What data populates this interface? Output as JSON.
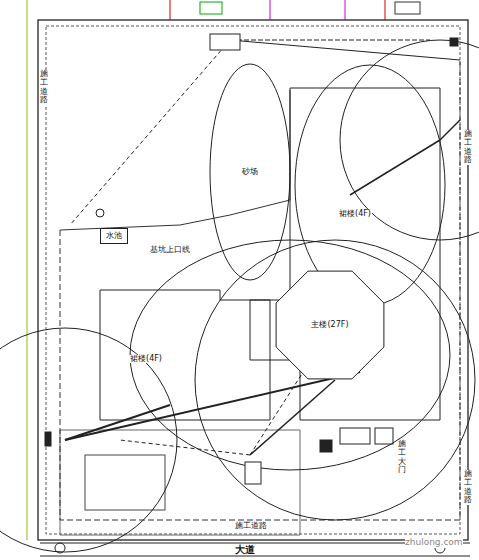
{
  "diagram": {
    "nodes": [
      {
        "text": [
          "砂场"
        ]
      },
      {
        "text": [
          "裙楼(4F)"
        ]
      },
      {
        "text": [
          "水池"
        ]
      },
      {
        "text": [
          "主楼(27F)"
        ]
      },
      {
        "text": [
          "裙楼(4F)"
        ]
      },
      {
        "text": [
          "大道"
        ]
      }
    ],
    "labels": [
      "基坑上口线",
      "施工道路",
      "施工道路",
      "施工道路",
      "施工道路",
      "施工大门",
      "zhulong.com"
    ]
  }
}
